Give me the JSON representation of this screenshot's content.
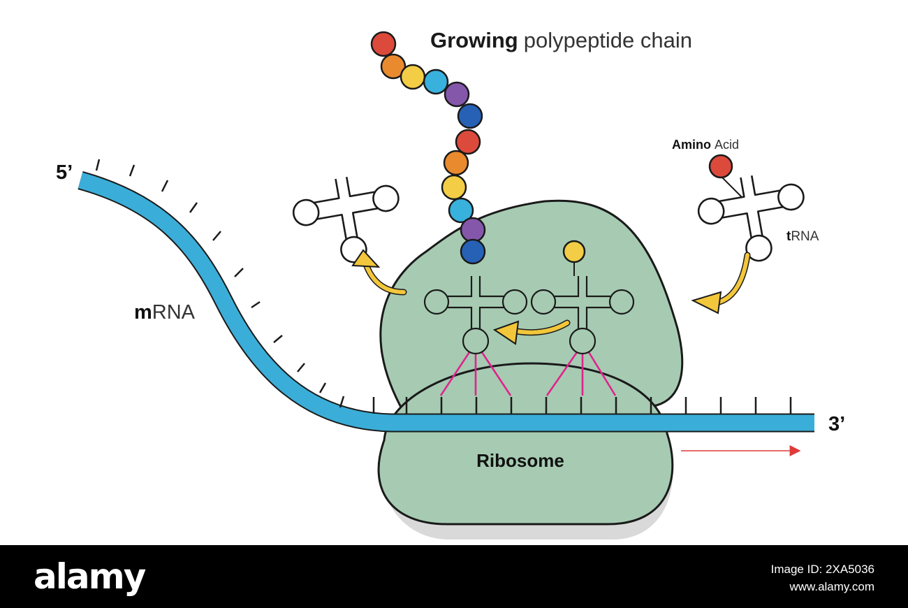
{
  "labels": {
    "chain_title_bold": "Growing",
    "chain_title_rest": "polypeptide chain",
    "five_prime": "5’",
    "three_prime": "3’",
    "mrna_bold": "m",
    "mrna_rest": "RNA",
    "amino_bold": "Amino",
    "amino_rest": "Acid",
    "trna_bold": "t",
    "trna_rest": "RNA",
    "ribosome": "Ribosome"
  },
  "watermark": {
    "logo": "alamy",
    "image_id": "Image ID: 2XA5036",
    "site": "www.alamy.com"
  },
  "colors": {
    "mrna": "#3aaed8",
    "ribosome": "#a6cbb2",
    "codon_pairing": "#e0238e",
    "arrows": "#f3c73b",
    "direction_arrow": "#e03a3a",
    "amino_red": "#dc4a3c",
    "amino_orange": "#ea8a2e",
    "amino_yellow": "#f2cd45",
    "amino_cyan": "#38b1dd",
    "amino_purple": "#8557aa",
    "amino_blue": "#2761b6"
  },
  "polypeptide_chain": [
    "red",
    "orange",
    "yellow",
    "cyan",
    "purple",
    "blue",
    "red",
    "orange",
    "yellow",
    "cyan",
    "purple",
    "blue"
  ]
}
